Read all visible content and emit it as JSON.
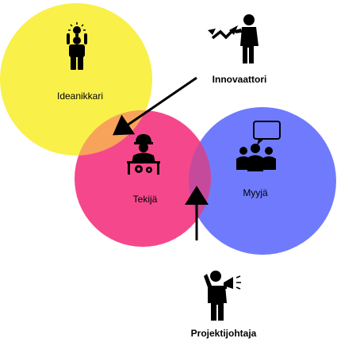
{
  "roles": {
    "ideanikkari": "Ideanikkari",
    "innovaattori": "Innovaattori",
    "tekija": "Tekijä",
    "myyja": "Myyjä",
    "projektijohtaja": "Projektijohtaja"
  },
  "colors": {
    "yellow": "#f9f04a",
    "pink": "#f5488c",
    "blue": "#6f7bfc",
    "yellow_pink_overlap": "#f7a45a",
    "pink_blue_overlap": "#c64a9c",
    "ink": "#000000"
  },
  "icons": {
    "ideanikkari": "person-with-lightbulb-icon",
    "innovaattori": "person-with-growth-arrow-icon",
    "tekija": "worker-with-gears-icon",
    "myyja": "group-with-speech-bubble-icon",
    "projektijohtaja": "person-with-megaphone-icon"
  }
}
